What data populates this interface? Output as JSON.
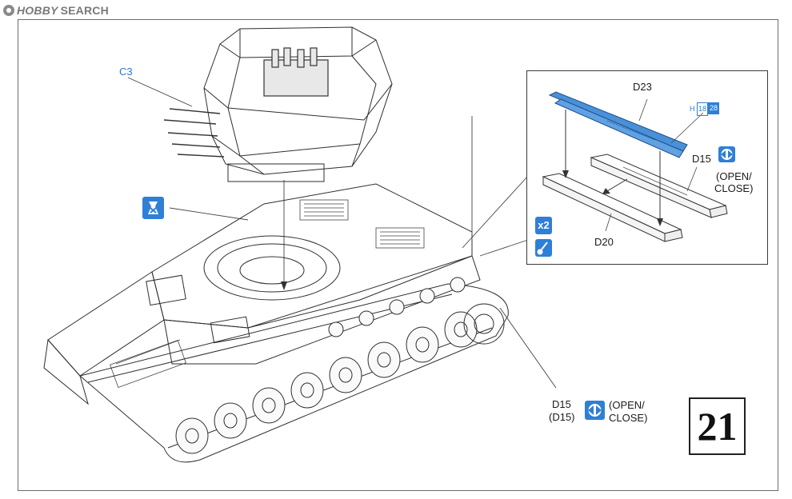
{
  "watermark": {
    "brand": "HOBBY",
    "word": "SEARCH"
  },
  "step_number": "21",
  "labels": {
    "c3": "C3",
    "d23": "D23",
    "d15_inset": "D15",
    "open_close_inset_1": "(OPEN/",
    "open_close_inset_2": "CLOSE)",
    "d20": "D20",
    "h_ref_prefix": "H",
    "h_ref_a": "18",
    "h_ref_b": "28",
    "x2": "x2",
    "d15_main": "D15",
    "d15_main_paren": "(D15)",
    "open_close_main_1": "(OPEN/",
    "open_close_main_2": "CLOSE)"
  },
  "icons": {
    "cement": "cement-apply-icon",
    "open_close": "open-close-arrows-icon",
    "repeat": "repeat-x2-icon",
    "paint": "paint-brush-icon",
    "remove": "remove-part-icon"
  },
  "colors": {
    "accent_blue": "#2f7fd6",
    "part_blue": "#4a90d9",
    "line": "#2e2e2e"
  }
}
